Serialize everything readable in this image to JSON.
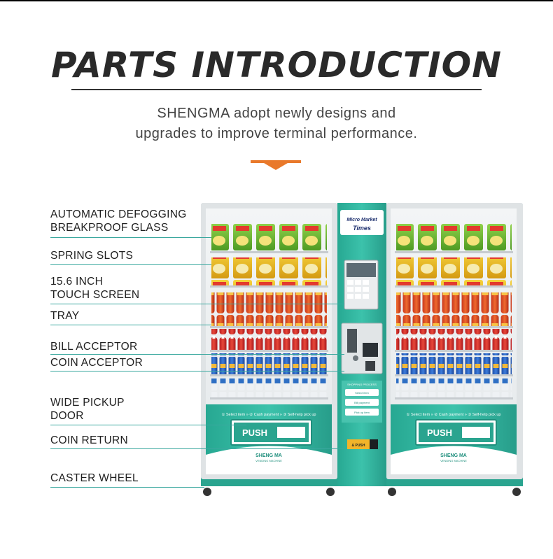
{
  "title": "PARTS INTRODUCTION",
  "subtitle": {
    "line1": "SHENGMA adopt newly designs and",
    "line2": "upgrades to improve terminal performance."
  },
  "accent_color": "#e9792b",
  "machine_color": "#2fb39e",
  "labels": {
    "glass_line1": "AUTOMATIC DEFOGGING",
    "glass_line2": "BREAKPROOF GLASS",
    "spring": "SPRING SLOTS",
    "screen_line1": "15.6 INCH",
    "screen_line2": "TOUCH SCREEN",
    "tray": "TRAY",
    "bill": "BILL ACCEPTOR",
    "coin": "COIN ACCEPTOR",
    "pickup_line1": "WIDE PICKUP",
    "pickup_line2": "DOOR",
    "coin_return": "COIN RETURN",
    "caster": "CASTER WHEEL"
  },
  "machine": {
    "brand_line1": "Micro Market",
    "brand_line2": "Times",
    "instructions": "① Select item » ② Cash payment » ③ Self-help pick up",
    "push_label": "PUSH",
    "logo_name": "SHENG MA",
    "logo_sub": "VENDING MACHINE",
    "shopping_process": "SHOPPING PROCESS",
    "steps": [
      "Select item",
      "Bill payment",
      "Pick up item"
    ],
    "coin_return_btn": "& PUSH"
  }
}
